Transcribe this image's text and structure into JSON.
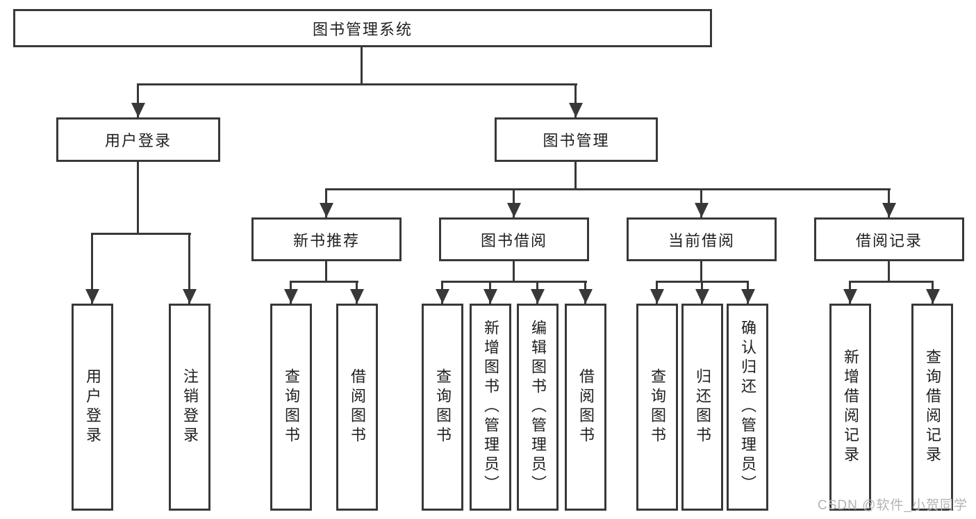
{
  "nodes": {
    "root": {
      "label": "图书管理系统"
    },
    "level1": [
      {
        "id": "user-login",
        "label": "用户登录"
      },
      {
        "id": "book-management",
        "label": "图书管理"
      }
    ],
    "level2": [
      {
        "id": "new-book-recommend",
        "label": "新书推荐"
      },
      {
        "id": "book-borrowing",
        "label": "图书借阅"
      },
      {
        "id": "current-borrowing",
        "label": "当前借阅"
      },
      {
        "id": "borrowing-records",
        "label": "借阅记录"
      }
    ],
    "leaves": {
      "login": [
        "用户登录",
        "注销登录"
      ],
      "recommend": [
        "查询图书",
        "借阅图书"
      ],
      "borrowing": [
        "查询图书",
        "新增图书（管理员）",
        "编辑图书（管理员）",
        "借阅图书"
      ],
      "current": [
        "查询图书",
        "归还图书",
        "确认归还（管理员）"
      ],
      "records": [
        "新增借阅记录",
        "查询借阅记录"
      ]
    }
  },
  "watermark": "CSDN @软件_小贺同学",
  "colors": {
    "line": "#383838",
    "text": "#1f1f1f",
    "watermark": "#b3b3b3",
    "background": "#ffffff"
  }
}
